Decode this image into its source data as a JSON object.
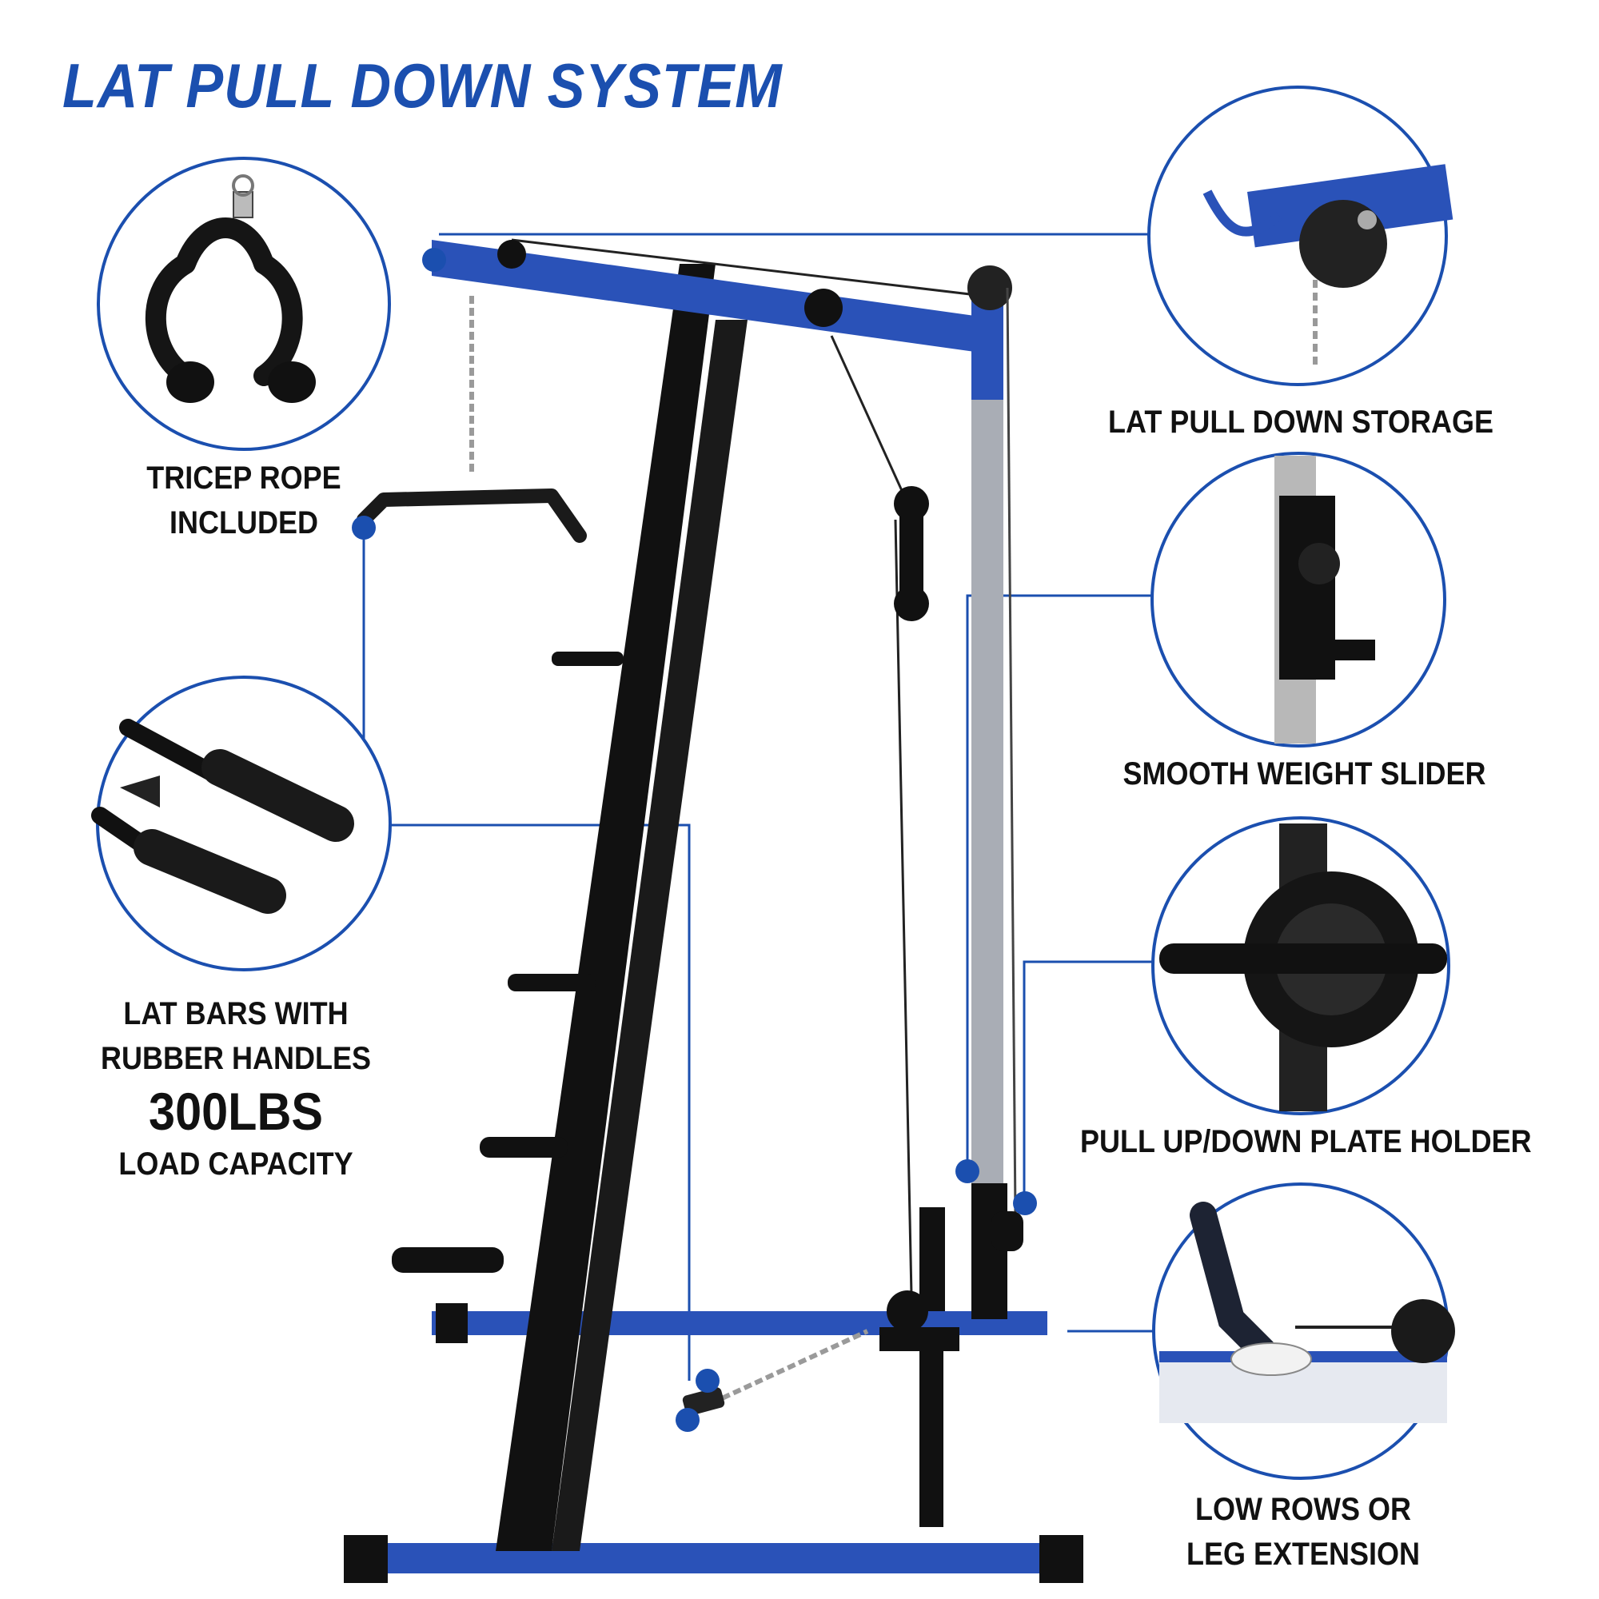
{
  "title": "LAT PULL DOWN SYSTEM",
  "features": {
    "tricep_rope": {
      "line1": "TRICEP ROPE",
      "line2": "INCLUDED"
    },
    "lat_bars": {
      "line1": "LAT BARS WITH",
      "line2": "RUBBER HANDLES"
    },
    "capacity": {
      "number": "300",
      "unit": "LBS",
      "caption": "LOAD CAPACITY"
    },
    "storage": {
      "label": "LAT PULL DOWN STORAGE"
    },
    "slider": {
      "label": "SMOOTH WEIGHT SLIDER"
    },
    "plate_holder": {
      "label": "PULL UP/DOWN PLATE HOLDER"
    },
    "low_rows": {
      "line1": "LOW ROWS OR",
      "line2": "LEG EXTENSION"
    }
  },
  "colors": {
    "accent": "#1b4faf",
    "frame_blue": "#2a52b8",
    "frame_black": "#111111",
    "text": "#111111"
  }
}
